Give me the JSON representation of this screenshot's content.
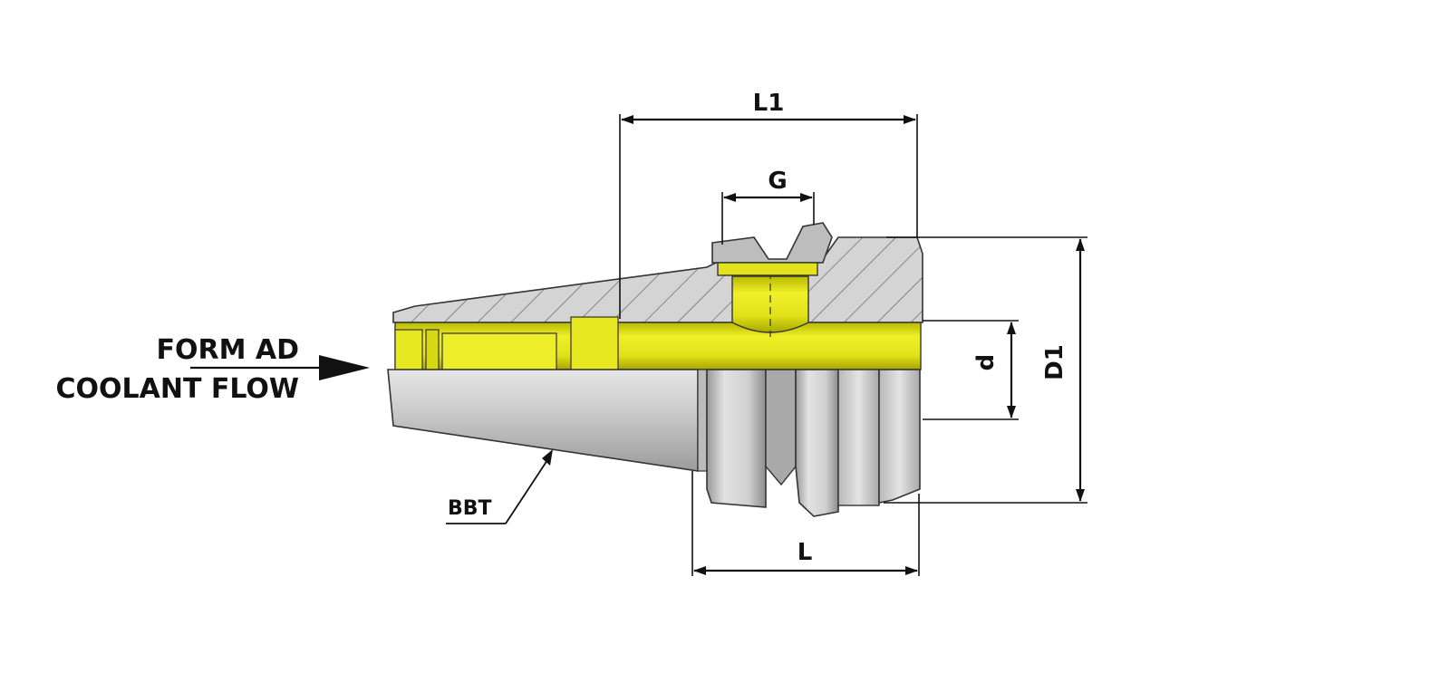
{
  "labels": {
    "coolant_line1": "FORM AD",
    "coolant_line2": "COOLANT FLOW",
    "bbt": "BBT",
    "L1": "L1",
    "G": "G",
    "d": "d",
    "D1": "D1",
    "L": "L"
  },
  "colors": {
    "coolant_channel": "#e5e51d",
    "hatched_body": "#d2d2d2",
    "hatch_line": "#555555",
    "steel_shaded": "#c8c8c8",
    "outline": "#333333"
  }
}
